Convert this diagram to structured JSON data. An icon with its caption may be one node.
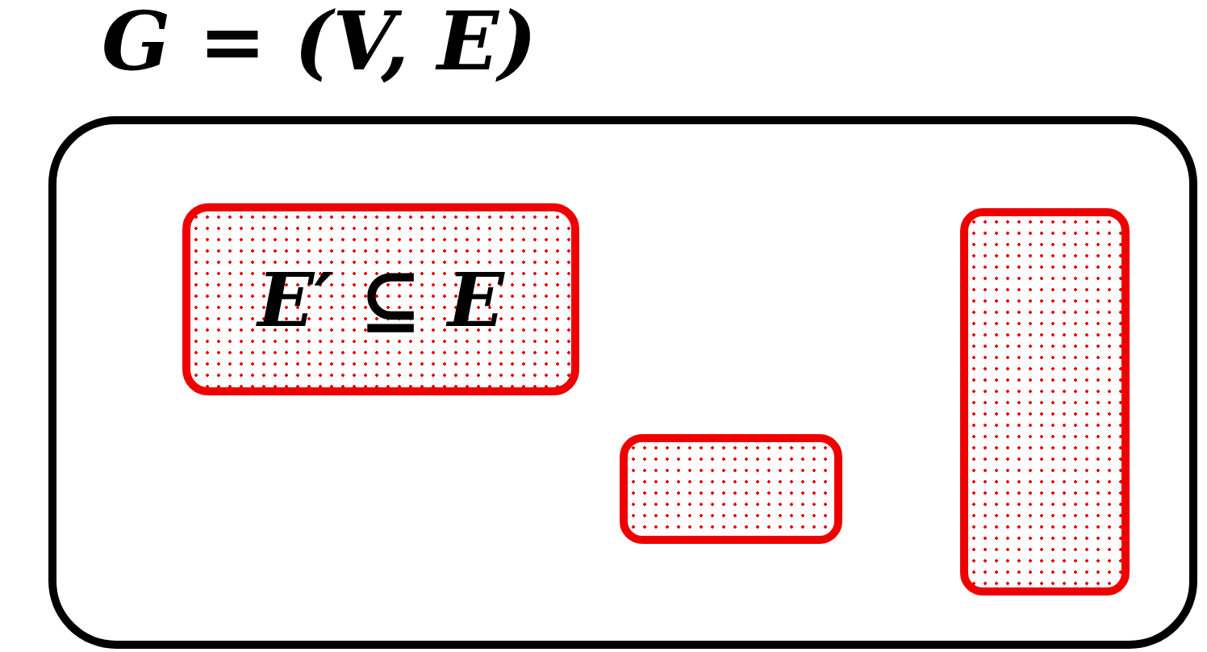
{
  "diagram": {
    "nodes": [
      {
        "text": [
          "G = (V, E)"
        ]
      },
      {
        "text": [
          "E′ ⊆ E"
        ],
        "in": 0
      },
      {
        "text": [],
        "shape": "box",
        "in": 0
      },
      {
        "text": [],
        "shape": "box",
        "in": 0
      }
    ]
  }
}
